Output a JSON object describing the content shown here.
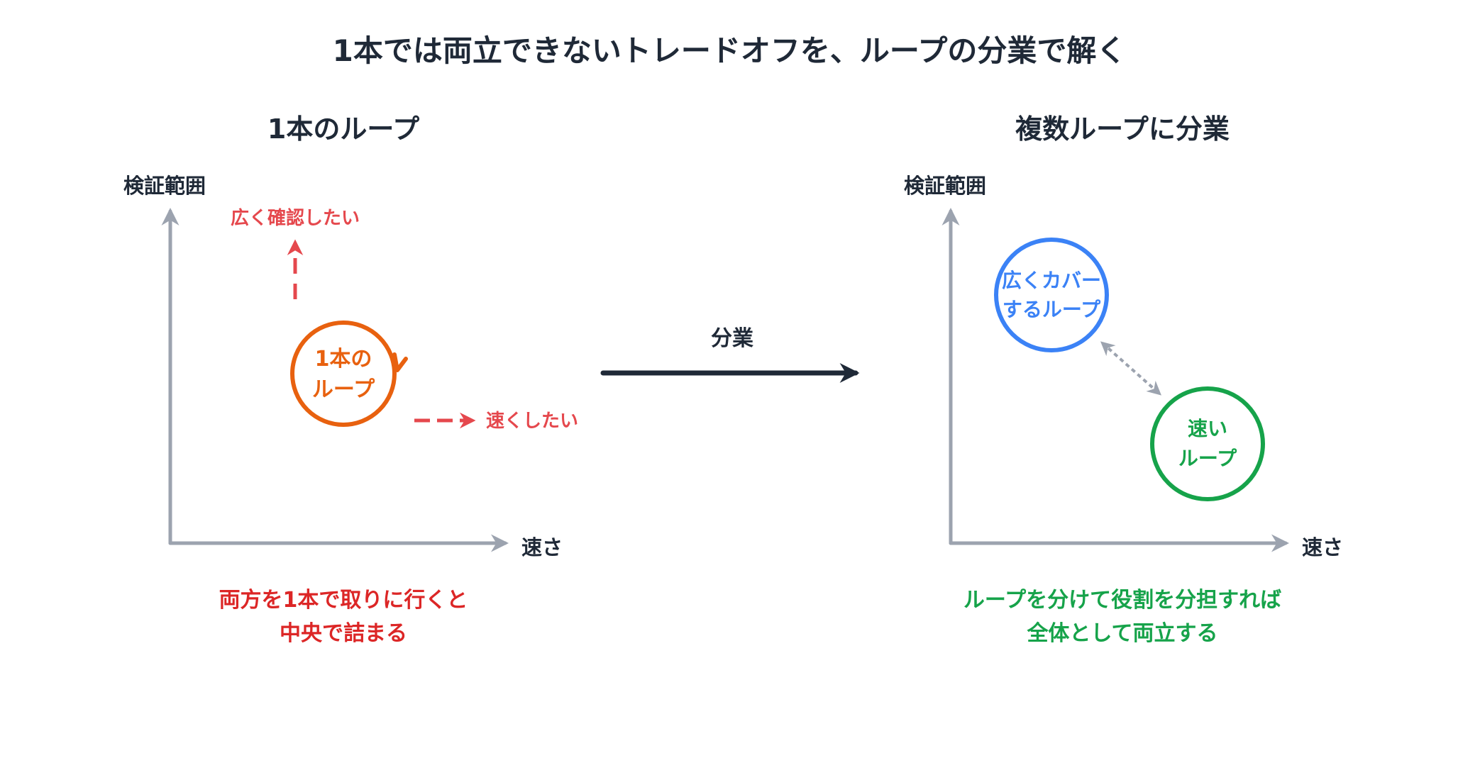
{
  "title": "1本では両立できないトレードオフを、ループの分業で解く",
  "left_panel": {
    "heading": "1本のループ",
    "y_axis_label": "検証範囲",
    "x_axis_label": "速さ",
    "up_label": "広く確認したい",
    "right_label": "速くしたい",
    "loop_label_line1": "1本の",
    "loop_label_line2": "ループ",
    "caption_line1": "両方を1本で取りに行くと",
    "caption_line2": "中央で詰まる"
  },
  "middle": {
    "arrow_label": "分業"
  },
  "right_panel": {
    "heading": "複数ループに分業",
    "y_axis_label": "検証範囲",
    "x_axis_label": "速さ",
    "wide_loop_line1": "広くカバー",
    "wide_loop_line2": "するループ",
    "fast_loop_line1": "速い",
    "fast_loop_line2": "ループ",
    "caption_line1": "ループを分けて役割を分担すれば",
    "caption_line2": "全体として両立する"
  },
  "colors": {
    "title_text": "#1f2937",
    "axis": "#9ca3af",
    "orange_loop": "#e8610f",
    "red_accent": "#e5484d",
    "caption_red": "#dc2626",
    "blue_loop": "#3b82f6",
    "green_loop": "#16a34a",
    "gray_dashed": "#9ca3af",
    "dark_arrow": "#1f2937"
  }
}
